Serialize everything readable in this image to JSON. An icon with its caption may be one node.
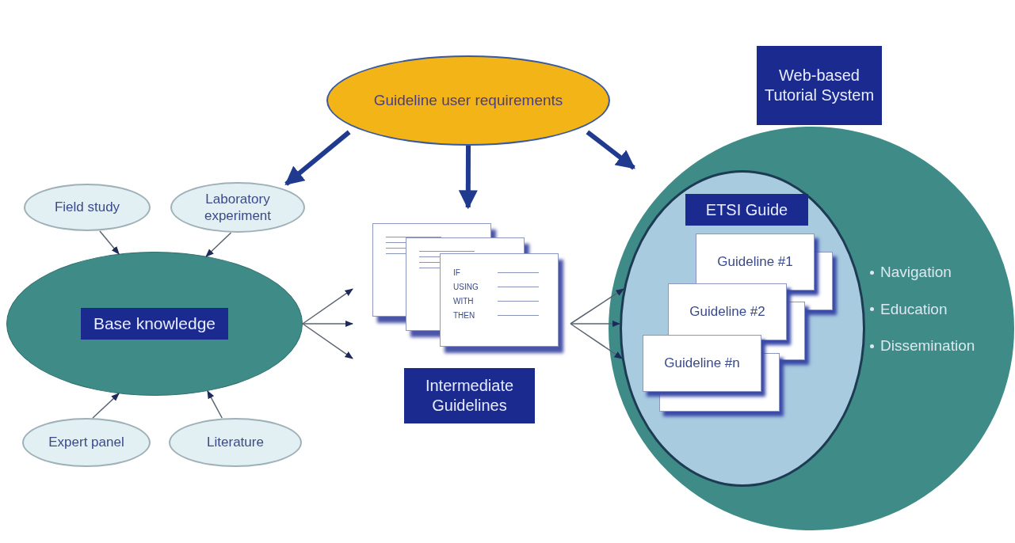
{
  "diagram": {
    "nodes": [
      {
        "text": [
          "Guideline user requirements"
        ]
      },
      {
        "text": [
          "Field study"
        ]
      },
      {
        "text": [
          "Laboratory experiment"
        ]
      },
      {
        "text": [
          "Base knowledge"
        ]
      },
      {
        "text": [
          "Expert panel"
        ]
      },
      {
        "text": [
          "Literature"
        ]
      },
      {
        "text": [
          "Intermediate Guidelines"
        ]
      },
      {
        "text": [
          "Web-based Tutorial System",
          "Navigation",
          "Education",
          "Dissemination"
        ]
      },
      {
        "text": [
          "ETSI Guide"
        ],
        "in": 7
      },
      {
        "text": [
          "Guideline #1"
        ],
        "in": 8
      },
      {
        "text": [
          "Guideline #2"
        ],
        "in": 8
      },
      {
        "text": [
          "Guideline #n"
        ],
        "in": 8
      }
    ],
    "edges": [
      {
        "from": 0,
        "to": 2,
        "arrow": "to",
        "style": "thick",
        "color": "#1f3a8f"
      },
      {
        "from": 0,
        "to": 6,
        "arrow": "to",
        "style": "thick",
        "color": "#1f3a8f"
      },
      {
        "from": 0,
        "to": 7,
        "arrow": "to",
        "style": "thick",
        "color": "#1f3a8f"
      },
      {
        "from": 1,
        "to": 3,
        "arrow": "to"
      },
      {
        "from": 2,
        "to": 3,
        "arrow": "to"
      },
      {
        "from": 4,
        "to": 3,
        "arrow": "to"
      },
      {
        "from": 5,
        "to": 3,
        "arrow": "to"
      },
      {
        "from": 3,
        "to": 6,
        "arrow": "to"
      },
      {
        "from": 3,
        "to": 6,
        "arrow": "to"
      },
      {
        "from": 3,
        "to": 6,
        "arrow": "to"
      },
      {
        "from": 6,
        "to": 8,
        "arrow": "to"
      },
      {
        "from": 6,
        "to": 8,
        "arrow": "to"
      },
      {
        "from": 6,
        "to": 8,
        "arrow": "to"
      }
    ],
    "labels": [
      "IF",
      "USING",
      "WITH",
      "THEN"
    ]
  }
}
